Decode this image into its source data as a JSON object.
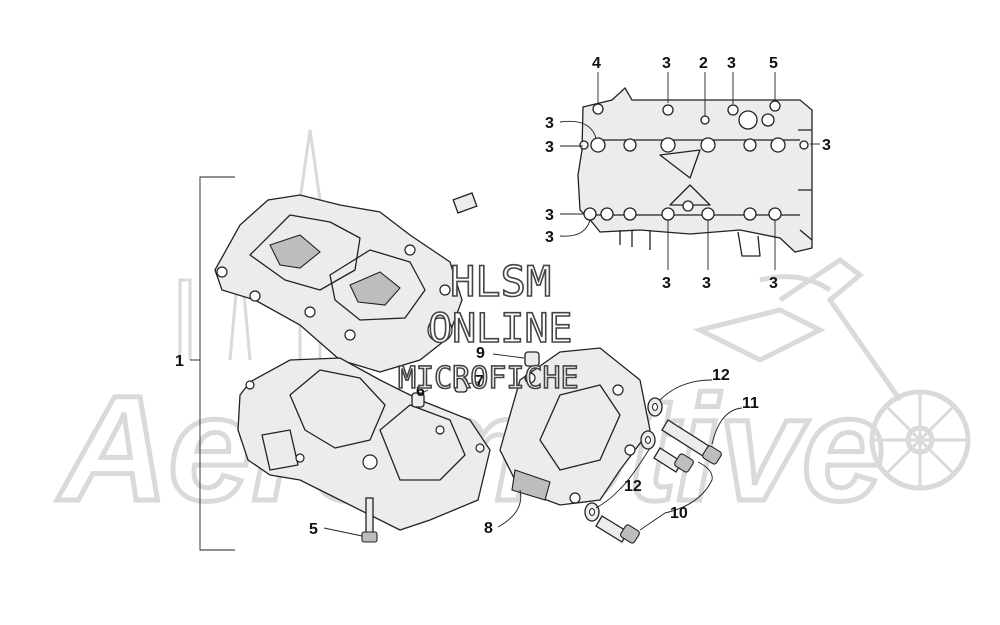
{
  "watermark": {
    "brand": "Aeromotive",
    "line1": "HLSM",
    "line2": "ONLINE",
    "line3": "MICROFICHE"
  },
  "callouts": {
    "c1": "1",
    "c2": "2",
    "c3": "3",
    "c4": "4",
    "c5": "5",
    "c6": "6",
    "c7": "7",
    "c8": "8",
    "c9": "9",
    "c10": "10",
    "c11": "11",
    "c12": "12"
  }
}
